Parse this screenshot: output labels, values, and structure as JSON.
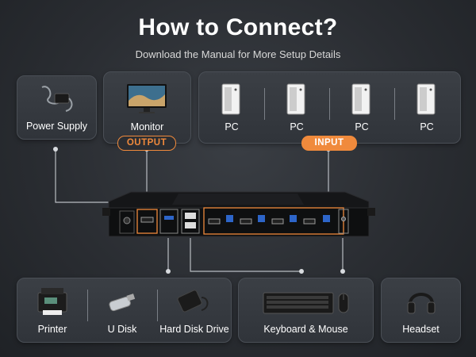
{
  "header": {
    "title": "How to Connect?",
    "subtitle": "Download the Manual for More Setup Details"
  },
  "top": {
    "power_supply": "Power Supply",
    "monitor": "Monitor",
    "pcs": [
      "PC",
      "PC",
      "PC",
      "PC"
    ]
  },
  "badges": {
    "output": "OUTPUT",
    "input": "INPUT"
  },
  "bottom": {
    "printer": "Printer",
    "udisk": "U Disk",
    "hdd": "Hard Disk Drive",
    "keyboard_mouse": "Keyboard & Mouse",
    "headset": "Headset"
  },
  "colors": {
    "accent": "#f08a3c",
    "card_bg": "#33373d",
    "background": "#2a2d32"
  },
  "icons": [
    "power-adapter-icon",
    "monitor-icon",
    "pc-tower-icon",
    "printer-icon",
    "usb-drive-icon",
    "hard-disk-icon",
    "keyboard-icon",
    "mouse-icon",
    "headset-icon"
  ]
}
